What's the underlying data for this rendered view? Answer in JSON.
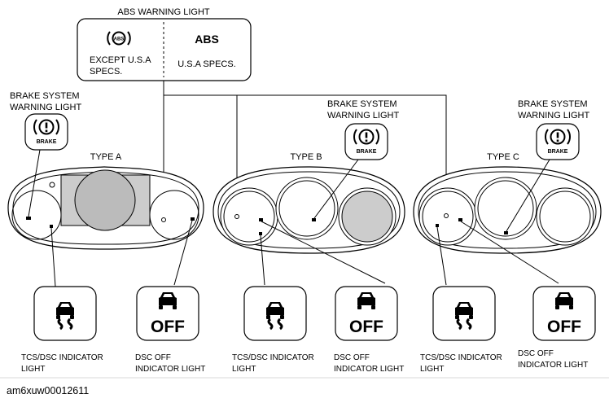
{
  "abs": {
    "title": "ABS WARNING LIGHT",
    "left_line1": "EXCEPT U.S.A",
    "left_line2": "SPECS.",
    "right_symbol": "ABS",
    "right_label": "U.S.A SPECS.",
    "icon_text": "ABS"
  },
  "brake_label_line1": "BRAKE SYSTEM",
  "brake_label_line2": "WARNING LIGHT",
  "brake_icon_text": "BRAKE",
  "types": [
    "TYPE A",
    "TYPE B",
    "TYPE C"
  ],
  "tcs_line1": "TCS/DSC INDICATOR",
  "tcs_line2": "LIGHT",
  "dscoff_line1": "DSC OFF",
  "dscoff_line2": "INDICATOR LIGHT",
  "off_text": "OFF",
  "reference": "am6xuw00012611",
  "icons": [
    "abs-circle-icon",
    "brake-warning-icon",
    "tcs-dsc-icon",
    "dsc-off-icon"
  ]
}
